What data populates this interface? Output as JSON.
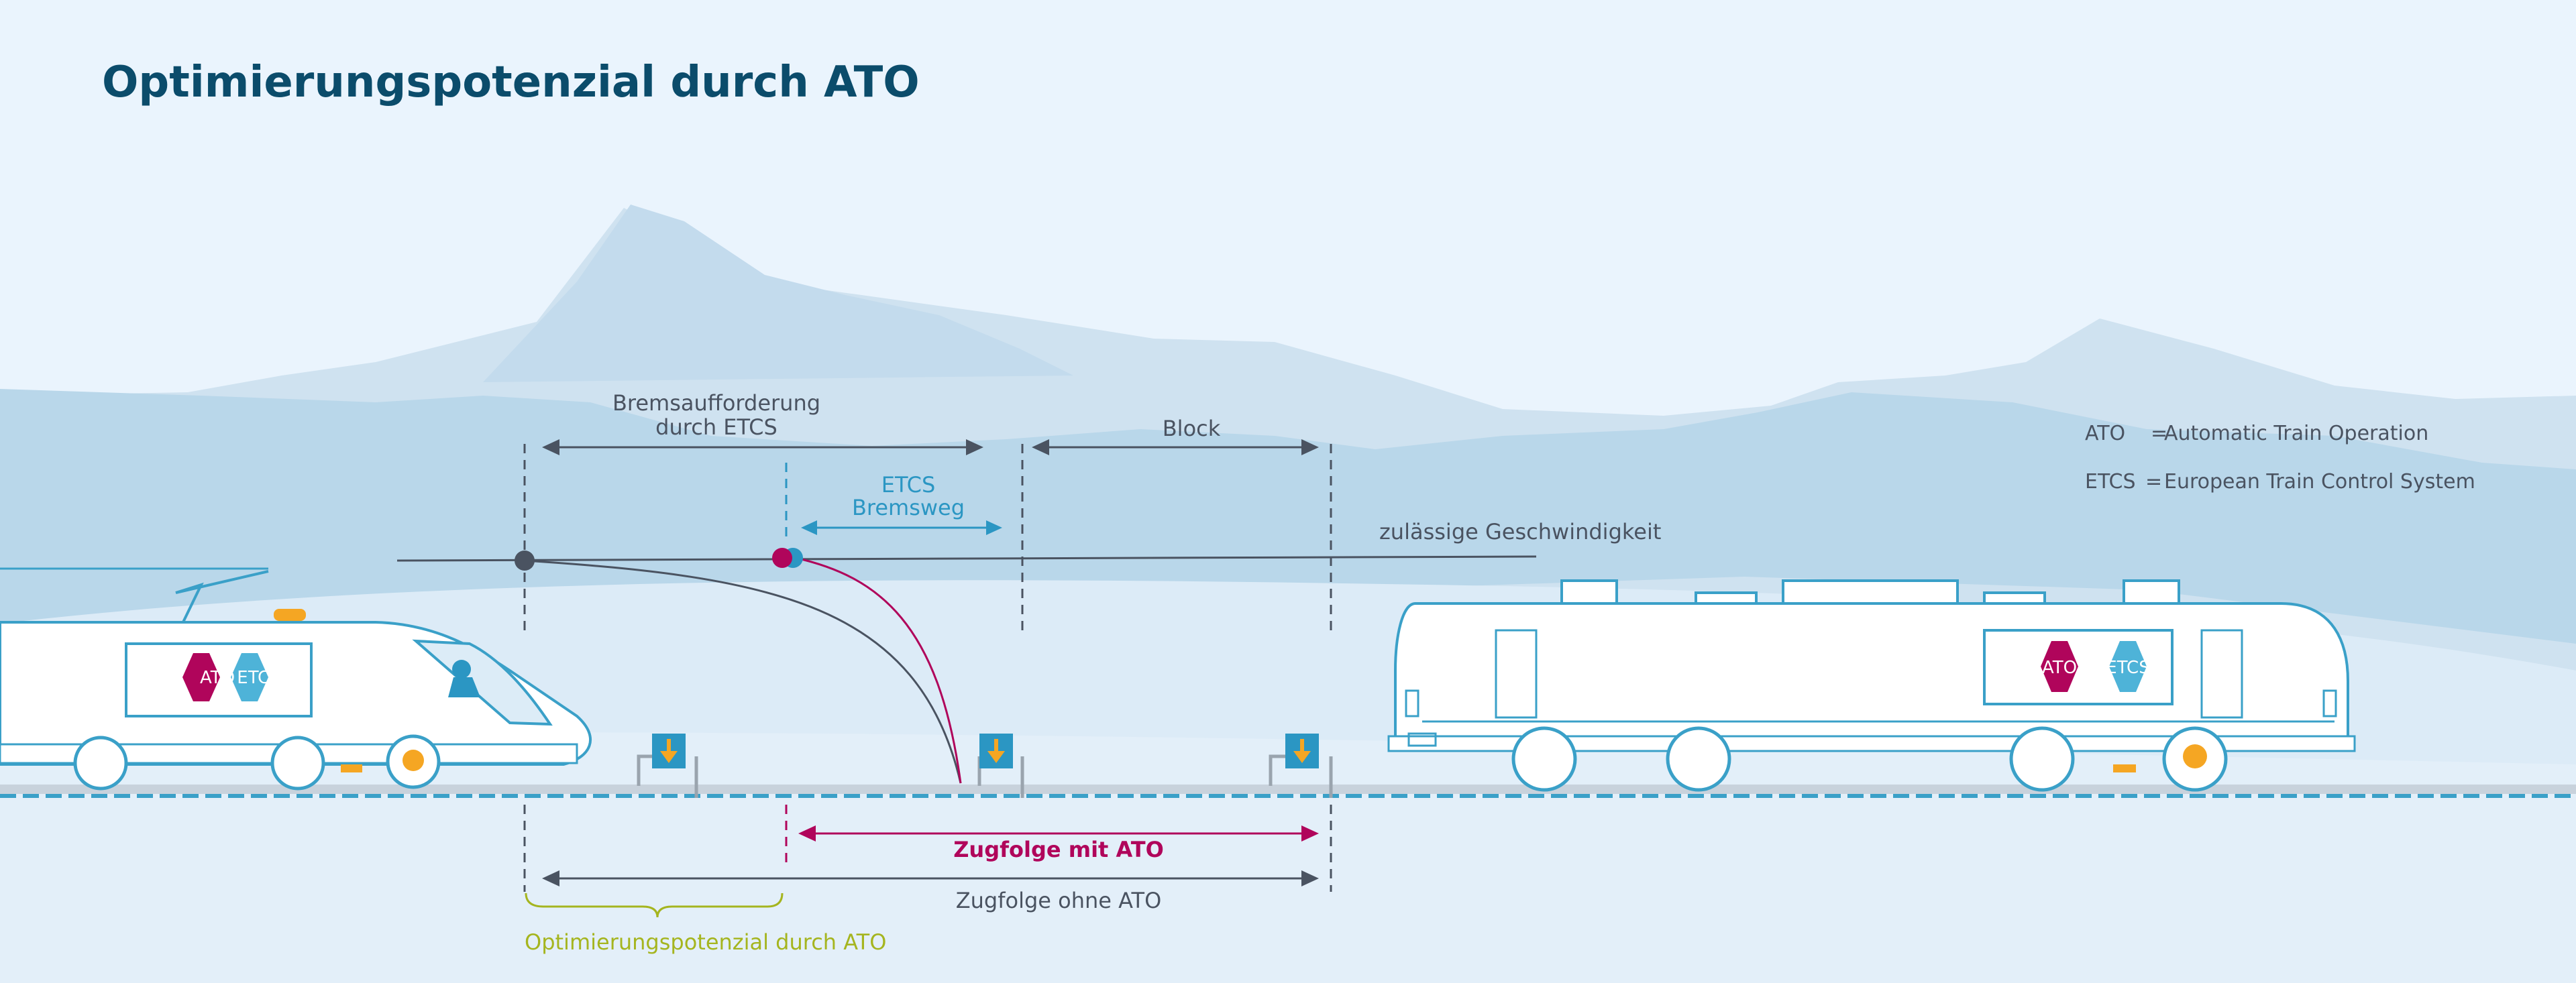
{
  "title": "Optimierungspotenzial durch ATO",
  "labels": {
    "brake_request_line1": "Bremsaufforderung",
    "brake_request_line2": "durch ETCS",
    "block": "Block",
    "etcs_brake_line1": "ETCS",
    "etcs_brake_line2": "Bremsweg",
    "allowed_speed": "zulässige Geschwindigkeit",
    "headway_with_ato": "Zugfolge mit ATO",
    "headway_without_ato": "Zugfolge ohne ATO",
    "optimization_potential": "Optimierungspotenzial durch ATO"
  },
  "legend": [
    {
      "abbr": "ATO",
      "sep": "=",
      "desc": "Automatic Train Operation"
    },
    {
      "abbr": "ETCS",
      "sep": "=",
      "desc": "European Train Control System"
    }
  ],
  "badges": {
    "ato": "ATO",
    "etcs": "ETCS"
  },
  "colors": {
    "title": "#0b4c6b",
    "dark_gray": "#4a5361",
    "etcs_blue": "#2b96c3",
    "ato_magenta": "#b0055b",
    "optimization_green": "#a5b51f",
    "balise_orange": "#f5a623",
    "mountain_back": "#c5dcec",
    "mountain_front": "#b9d7ea"
  }
}
